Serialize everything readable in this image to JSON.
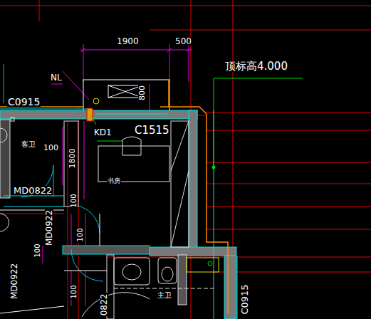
{
  "diagram": {
    "labels": [
      "1900",
      "500",
      "顶标高4.000",
      "NL",
      "C0915",
      "800",
      "KD1",
      "C1515",
      "客卫",
      "100",
      "1800",
      "MD0822",
      "100",
      "MD0922",
      "100",
      "100",
      "书房",
      "MD0922",
      "100",
      "0822",
      "主卫",
      "C0915"
    ]
  }
}
